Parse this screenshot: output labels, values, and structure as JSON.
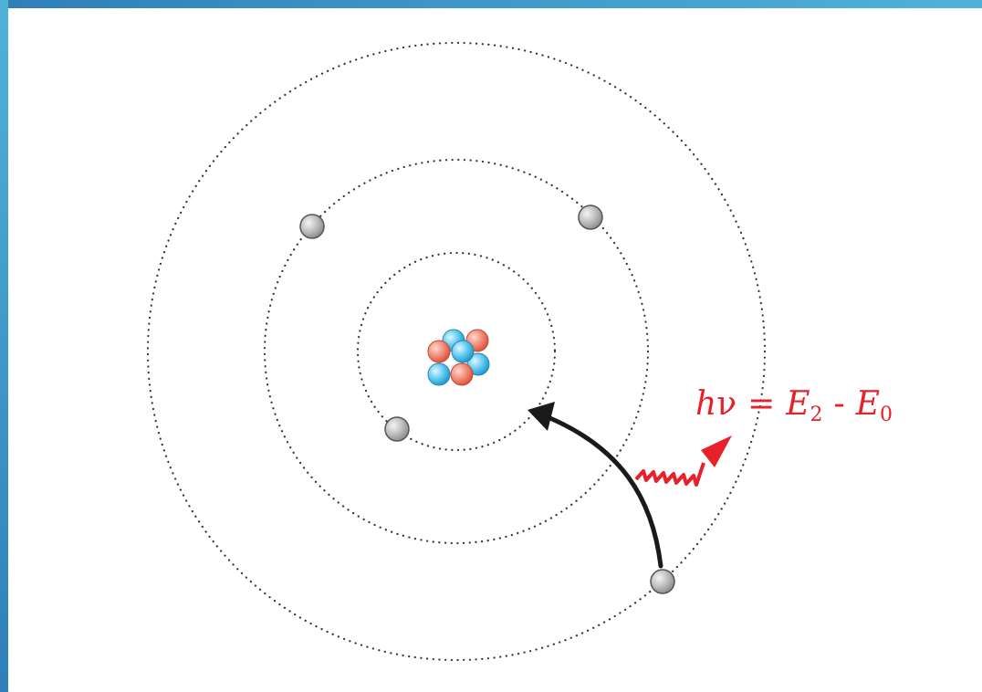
{
  "formula": {
    "h": "h",
    "nu": "ν",
    "eq": "=",
    "e_a": "E",
    "e_a_sub": "2",
    "minus": "-",
    "e_b": "E",
    "e_b_sub": "0"
  },
  "colors": {
    "frame_accent": "#3a9fd0",
    "formula": "#e8202a",
    "photon": "#e8202a",
    "arrow": "#1a1a1a",
    "electron": "#b4b4b4",
    "proton": "#ef7e6e",
    "neutron": "#54c4ef",
    "orbit": "#333333"
  },
  "icons": {
    "electron": "grey-sphere",
    "proton": "red-sphere",
    "neutron": "blue-sphere",
    "photon": "wavy-arrow",
    "transition": "curved-arrow"
  }
}
